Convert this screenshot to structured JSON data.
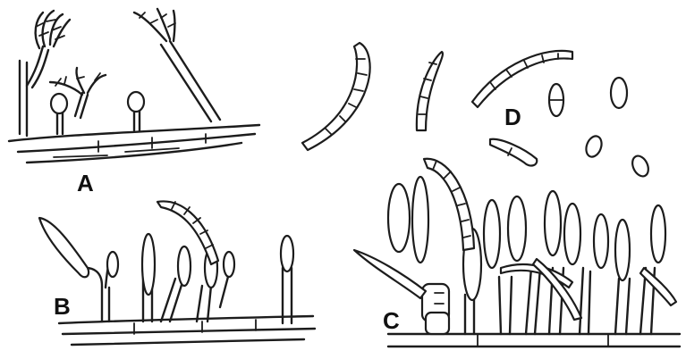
{
  "panels": [
    {
      "id": "A",
      "label": "A"
    },
    {
      "id": "B",
      "label": "B"
    },
    {
      "id": "C",
      "label": "C"
    },
    {
      "id": "D",
      "label": "D"
    }
  ],
  "colors": {
    "ink": "#1c1c1c",
    "background": "#ffffff"
  }
}
